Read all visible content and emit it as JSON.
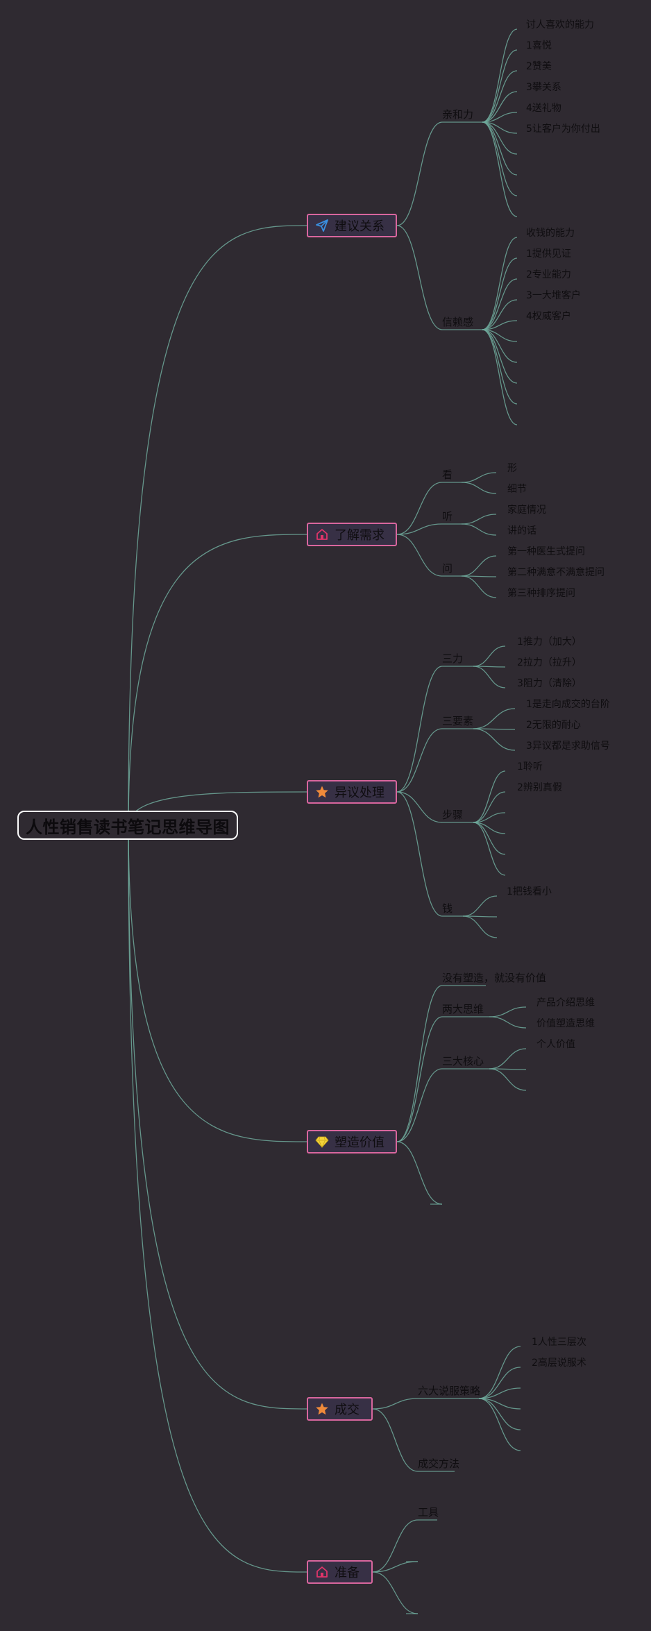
{
  "root": {
    "title": "人性销售读书笔记思维导图"
  },
  "topics": [
    {
      "label": "建议关系",
      "icon": "paper-plane-icon",
      "children": [
        {
          "label": "亲和力",
          "children": [
            "讨人喜欢的能力",
            "1喜悦",
            "2赞美",
            "3攀关系",
            "4送礼物",
            "5让客户为你付出",
            "",
            "",
            "",
            ""
          ]
        },
        {
          "label": "信赖感",
          "children": [
            "收钱的能力",
            "1提供见证",
            "2专业能力",
            "3一大堆客户",
            "4权威客户",
            "",
            "",
            "",
            "",
            ""
          ]
        }
      ]
    },
    {
      "label": "了解需求",
      "icon": "home-icon",
      "children": [
        {
          "label": "看",
          "children": [
            "形",
            "细节"
          ]
        },
        {
          "label": "听",
          "children": [
            "家庭情况",
            "讲的话"
          ]
        },
        {
          "label": "问",
          "children": [
            "第一种医生式提问",
            "第二种满意不满意提问",
            "第三种排序提问"
          ]
        }
      ]
    },
    {
      "label": "异议处理",
      "icon": "star-icon",
      "children": [
        {
          "label": "三力",
          "children": [
            "1推力（加大）",
            "2拉力（拉升）",
            "3阻力（清除）"
          ]
        },
        {
          "label": "三要素",
          "children": [
            "1是走向成交的台阶",
            "2无限的耐心",
            "3异议都是求助信号"
          ]
        },
        {
          "label": "步骤",
          "children": [
            "1聆听",
            "2辨别真假",
            "",
            "",
            "",
            ""
          ]
        },
        {
          "label": "钱",
          "children": [
            "1把钱看小",
            "",
            ""
          ]
        }
      ]
    },
    {
      "label": "塑造价值",
      "icon": "diamond-icon",
      "children": [
        {
          "label": "没有塑造，就没有价值",
          "children": []
        },
        {
          "label": "两大思维",
          "children": [
            "产品介绍思维",
            "价值塑造思维"
          ]
        },
        {
          "label": "三大核心",
          "children": [
            "个人价值",
            "",
            ""
          ]
        },
        {
          "label": "",
          "children": []
        }
      ]
    },
    {
      "label": "成交",
      "icon": "star-icon",
      "children": [
        {
          "label": "六大说服策略",
          "children": [
            "1人性三层次",
            "2高层说服术",
            "",
            "",
            "",
            ""
          ]
        },
        {
          "label": "成交方法",
          "children": []
        }
      ]
    },
    {
      "label": "准备",
      "icon": "home-icon",
      "children": [
        {
          "label": "工具",
          "children": []
        },
        {
          "label": "",
          "children": []
        },
        {
          "label": "",
          "children": []
        }
      ]
    }
  ]
}
